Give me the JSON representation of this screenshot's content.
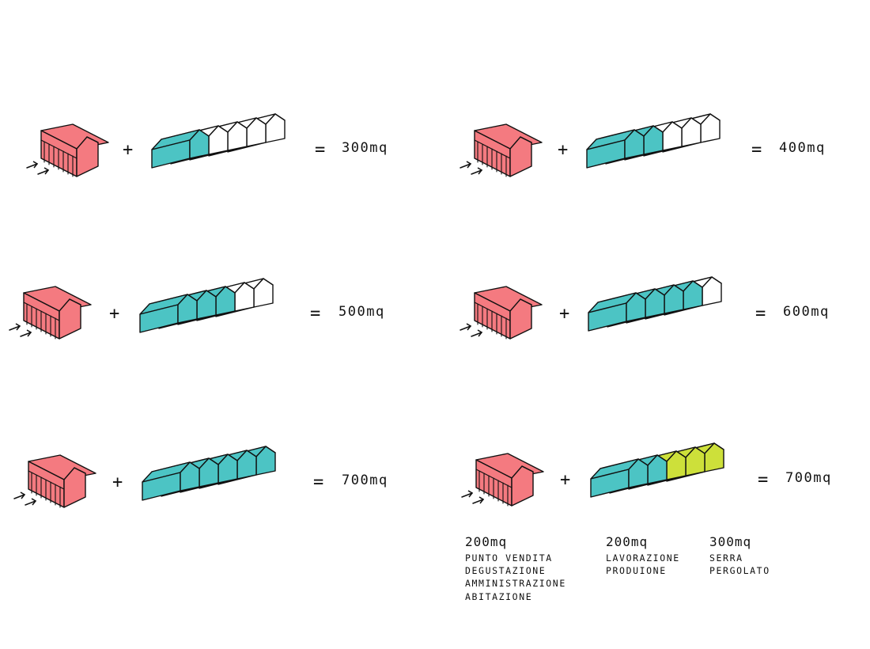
{
  "colors": {
    "main_building": "#f47a80",
    "module_active": "#4cc4c4",
    "module_empty": "#ffffff",
    "module_serra": "#cde03a",
    "stroke": "#111111"
  },
  "operators": {
    "plus": "+",
    "equals": "="
  },
  "rows": [
    {
      "id": "r1",
      "active_modules": 1,
      "serra_modules": 0,
      "total": "300mq"
    },
    {
      "id": "r2",
      "active_modules": 2,
      "serra_modules": 0,
      "total": "400mq"
    },
    {
      "id": "r3",
      "active_modules": 3,
      "serra_modules": 0,
      "total": "500mq"
    },
    {
      "id": "r4",
      "active_modules": 4,
      "serra_modules": 0,
      "total": "600mq"
    },
    {
      "id": "r5",
      "active_modules": 5,
      "serra_modules": 0,
      "total": "700mq"
    },
    {
      "id": "r6",
      "active_modules": 2,
      "serra_modules": 3,
      "total": "700mq"
    }
  ],
  "legend": [
    {
      "area": "200mq",
      "lines": [
        "PUNTO VENDITA",
        "DEGUSTAZIONE",
        "AMMINISTRAZIONE",
        "ABITAZIONE"
      ]
    },
    {
      "area": "200mq",
      "lines": [
        "LAVORAZIONE",
        "PRODUIONE"
      ]
    },
    {
      "area": "300mq",
      "lines": [
        "SERRA",
        "PERGOLATO"
      ]
    }
  ]
}
